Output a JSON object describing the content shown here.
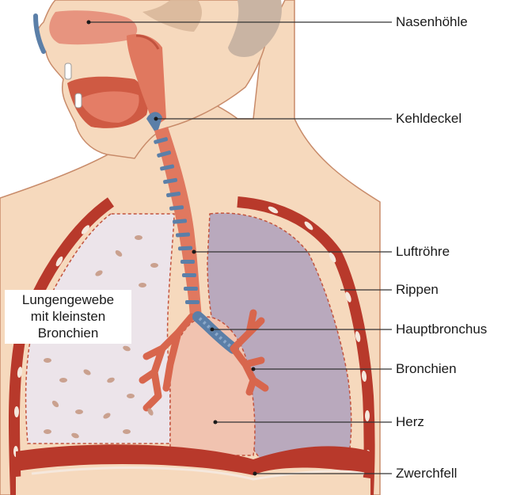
{
  "labels": {
    "nasal_cavity": "Nasenhöhle",
    "epiglottis": "Kehldeckel",
    "trachea": "Luftröhre",
    "ribs": "Rippen",
    "main_bronchus": "Hauptbronchus",
    "bronchi": "Bronchien",
    "heart": "Herz",
    "diaphragm": "Zwerchfell",
    "lung_tissue_line1": "Lungengewebe",
    "lung_tissue_line2": "mit kleinsten",
    "lung_tissue_line3": "Bronchien"
  },
  "colors": {
    "skin": "#f6d9bd",
    "skin_shade": "#e9c3a2",
    "airway": "#e0785f",
    "airway_dark": "#c2533e",
    "cartilage": "#5b7fa8",
    "lung_left": "#ece4ea",
    "lung_right": "#b9a9bd",
    "chest_wall": "#b8392b",
    "heart": "#f1c3b0",
    "bone": "#cdb8a6",
    "leader": "#333333"
  }
}
